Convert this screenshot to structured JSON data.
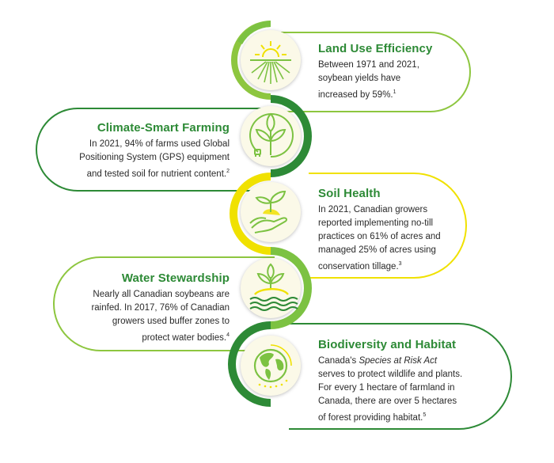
{
  "colors": {
    "dark_green": "#2d8a36",
    "light_green": "#7cc242",
    "lime": "#8dc63f",
    "yellow": "#f0e100",
    "cream": "#fbf9e8",
    "text": "#2a2a2a"
  },
  "items": [
    {
      "title": "Land Use Efficiency",
      "icon": "sun-field-icon",
      "lines": [
        "Between 1971 and 2021,",
        "soybean yields have",
        "increased by 59%."
      ],
      "footnote": "1"
    },
    {
      "title": "Climate-Smart Farming",
      "icon": "plant-plug-icon",
      "lines": [
        "In 2021, 94% of farms used Global",
        "Positioning System (GPS) equipment",
        "and tested soil for nutrient content."
      ],
      "footnote": "2"
    },
    {
      "title": "Soil Health",
      "icon": "hand-seedling-icon",
      "lines": [
        "In 2021, Canadian growers",
        "reported implementing no-till",
        "practices on 61% of acres and",
        "managed 25% of acres using",
        "conservation tillage."
      ],
      "footnote": "3"
    },
    {
      "title": "Water Stewardship",
      "icon": "sprout-water-icon",
      "lines": [
        "Nearly all Canadian soybeans are",
        "rainfed. In 2017, 76% of Canadian",
        "growers used buffer zones to",
        "protect water bodies."
      ],
      "footnote": "4"
    },
    {
      "title": "Biodiversity and Habitat",
      "icon": "globe-icon",
      "line1_pre": "Canada's ",
      "line1_italic": "Species at Risk Act",
      "lines": [
        "serves to protect wildlife and plants.",
        "For every 1 hectare of farmland in",
        "Canada, there are over 5 hectares",
        "of forest providing habitat."
      ],
      "footnote": "5"
    }
  ]
}
